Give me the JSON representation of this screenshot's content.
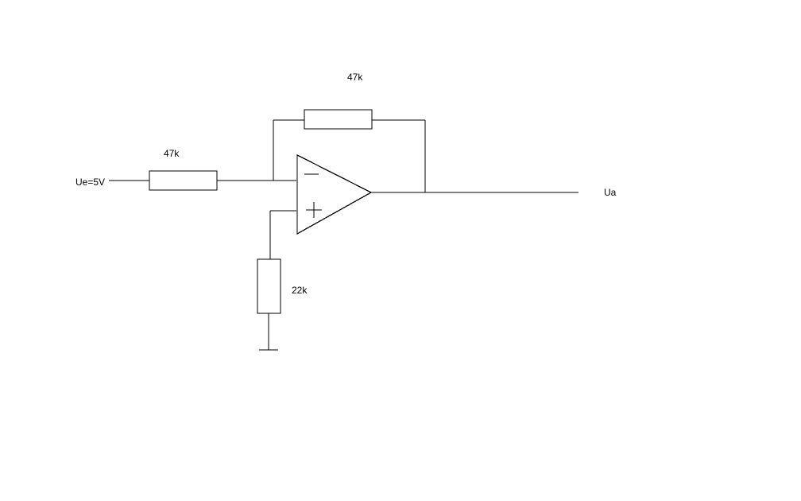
{
  "diagram": {
    "labels": {
      "input": "Ue=5V",
      "output": "Ua",
      "r_input": "47k",
      "r_feedback": "47k",
      "r_ground": "22k"
    },
    "op_amp": {
      "inverting_symbol": "−",
      "noninverting_symbol": "+"
    },
    "colors": {
      "background": "#ffffff",
      "ink": "#000000"
    }
  }
}
